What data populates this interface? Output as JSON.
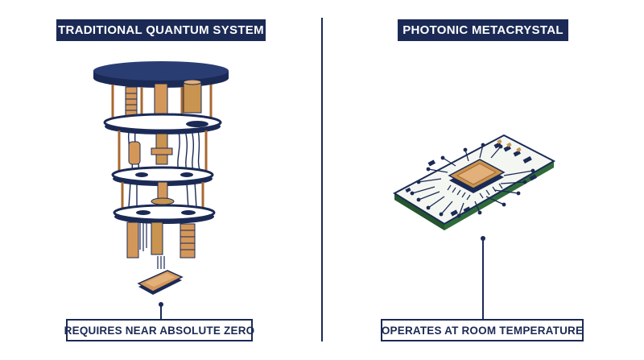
{
  "left_panel": {
    "title": "TRADITIONAL QUANTUM SYSTEM",
    "caption": "REQUIRES NEAR ABSOLUTE ZERO"
  },
  "right_panel": {
    "title": "PHOTONIC METACRYSTAL",
    "caption": "OPERATES AT ROOM TEMPERATURE"
  },
  "colors": {
    "navy": "#1b2a55",
    "copper": "#d4975a",
    "copper_dark": "#a8682f",
    "pcb_green": "#2f6b3a",
    "pcb_face": "#f4f6f2",
    "chip_gold": "#c8944f"
  },
  "icons": {
    "left_illustration": "dilution-refrigerator-icon",
    "right_illustration": "circuit-board-chip-icon"
  }
}
